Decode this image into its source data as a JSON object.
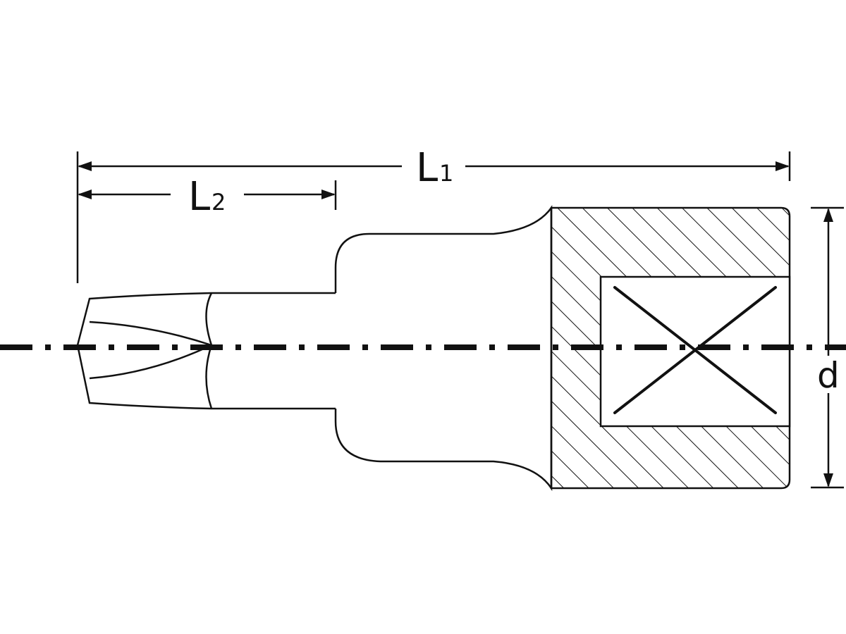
{
  "colors": {
    "line": "#111111",
    "background": "#ffffff"
  },
  "dimensions": {
    "overall_length": {
      "letter": "L",
      "subscript": "1"
    },
    "bit_length": {
      "letter": "L",
      "subscript": "2"
    },
    "diameter": {
      "letter": "d"
    }
  }
}
